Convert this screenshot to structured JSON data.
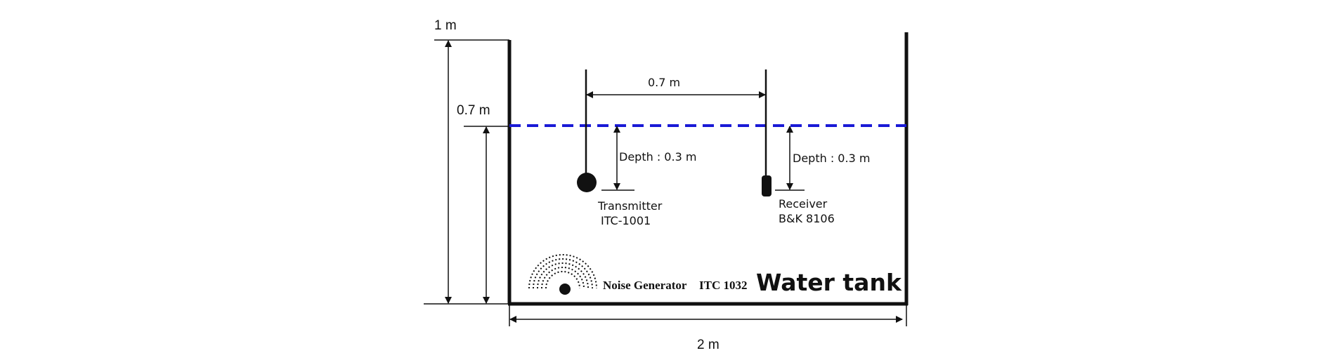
{
  "diagram": {
    "labels": {
      "tank_height": "1 m",
      "water_level": "0.7 m",
      "separation": "0.7 m",
      "tx_depth": "Depth : 0.3 m",
      "rx_depth": "Depth : 0.3 m",
      "tx_name": "Transmitter",
      "tx_model": "ITC-1001",
      "rx_name": "Receiver",
      "rx_model": "B&K 8106",
      "noise": "Noise Generator",
      "noise_model": "ITC 1032",
      "tank_title": "Water tank",
      "tank_width": "2 m"
    },
    "colors": {
      "ink": "#111111",
      "water_surface": "#1a1ad6"
    },
    "icons": {
      "transmitter": "sphere-icon",
      "receiver": "hydrophone-icon",
      "noise_generator": "sound-waves-icon"
    }
  }
}
